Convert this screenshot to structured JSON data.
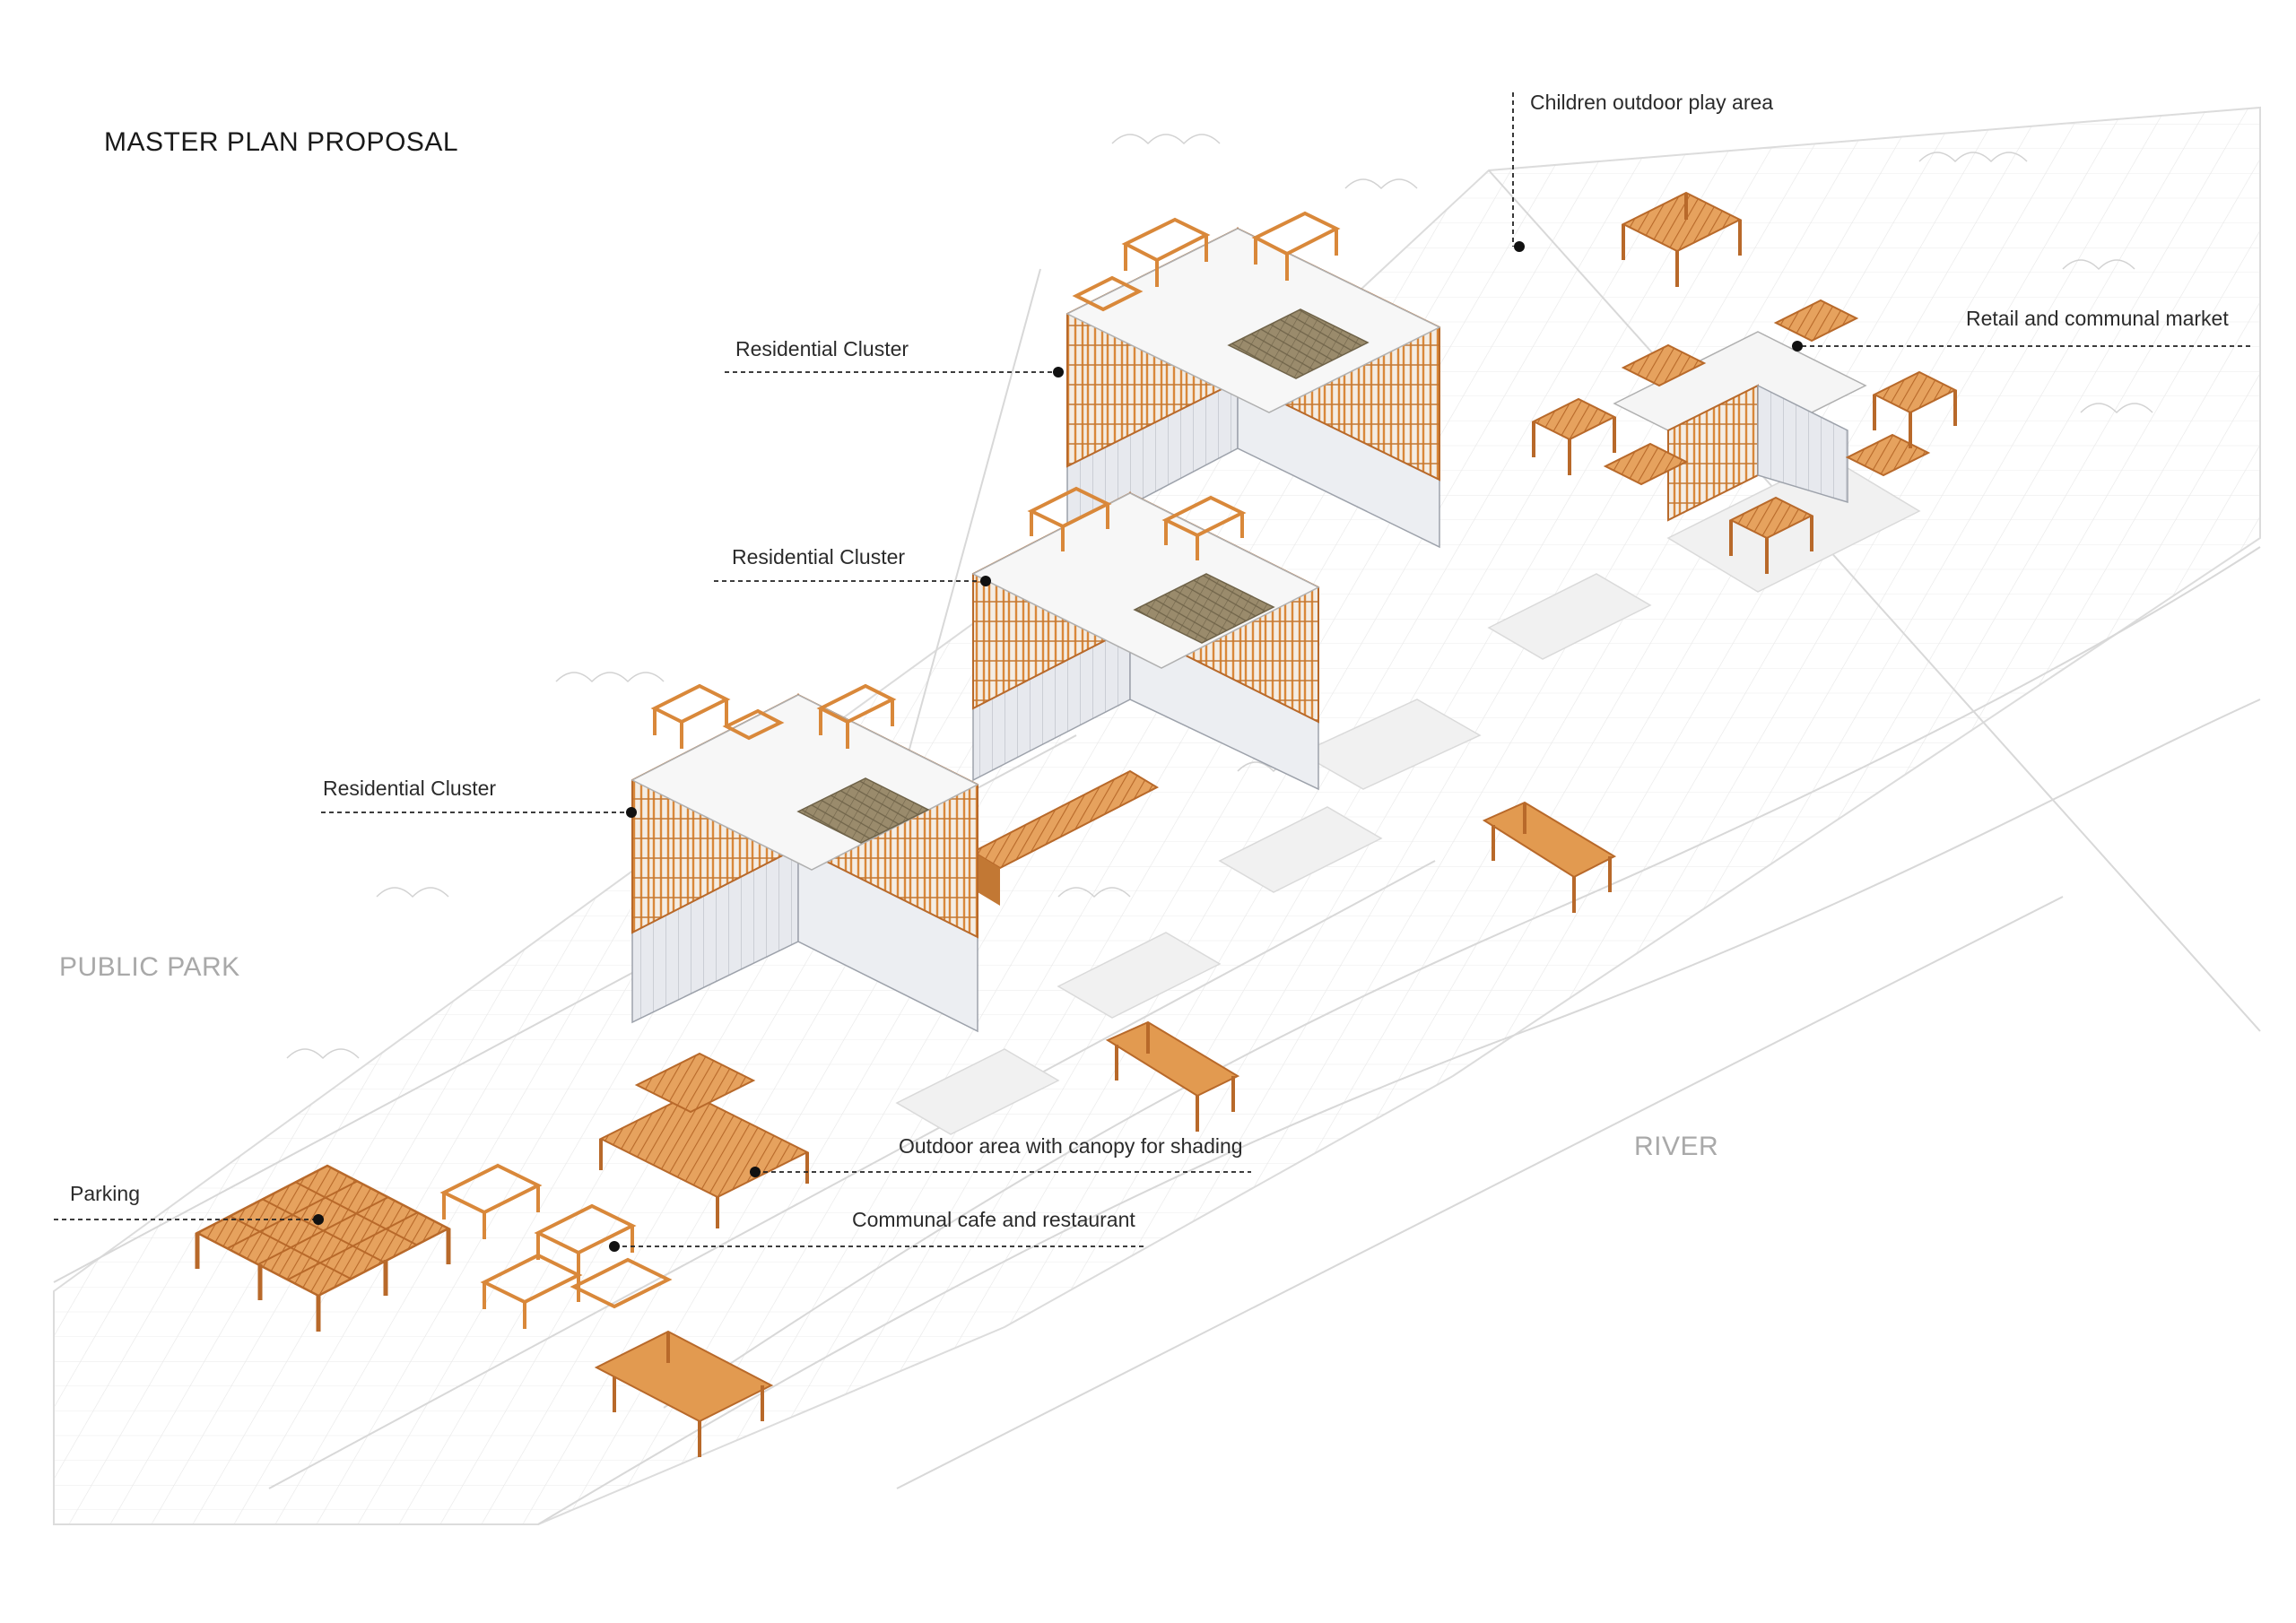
{
  "title": "MASTER PLAN PROPOSAL",
  "zones": {
    "public_park": "PUBLIC PARK",
    "river": "RIVER"
  },
  "annotations": {
    "children_play": "Children outdoor play area",
    "retail_market": "Retail and communal market",
    "residential_1": "Residential Cluster",
    "residential_2": "Residential Cluster",
    "residential_3": "Residential Cluster",
    "outdoor_canopy": "Outdoor area with canopy for shading",
    "communal_cafe": "Communal cafe and restaurant",
    "parking": "Parking"
  },
  "colors": {
    "timber": "#d9883a",
    "timber_dark": "#b8692a",
    "canopy": "#e29a50",
    "glass": "#e4e6ea",
    "plan_line": "#e2e2e2",
    "leader": "#222222",
    "zone_text": "#a9a9a9"
  }
}
